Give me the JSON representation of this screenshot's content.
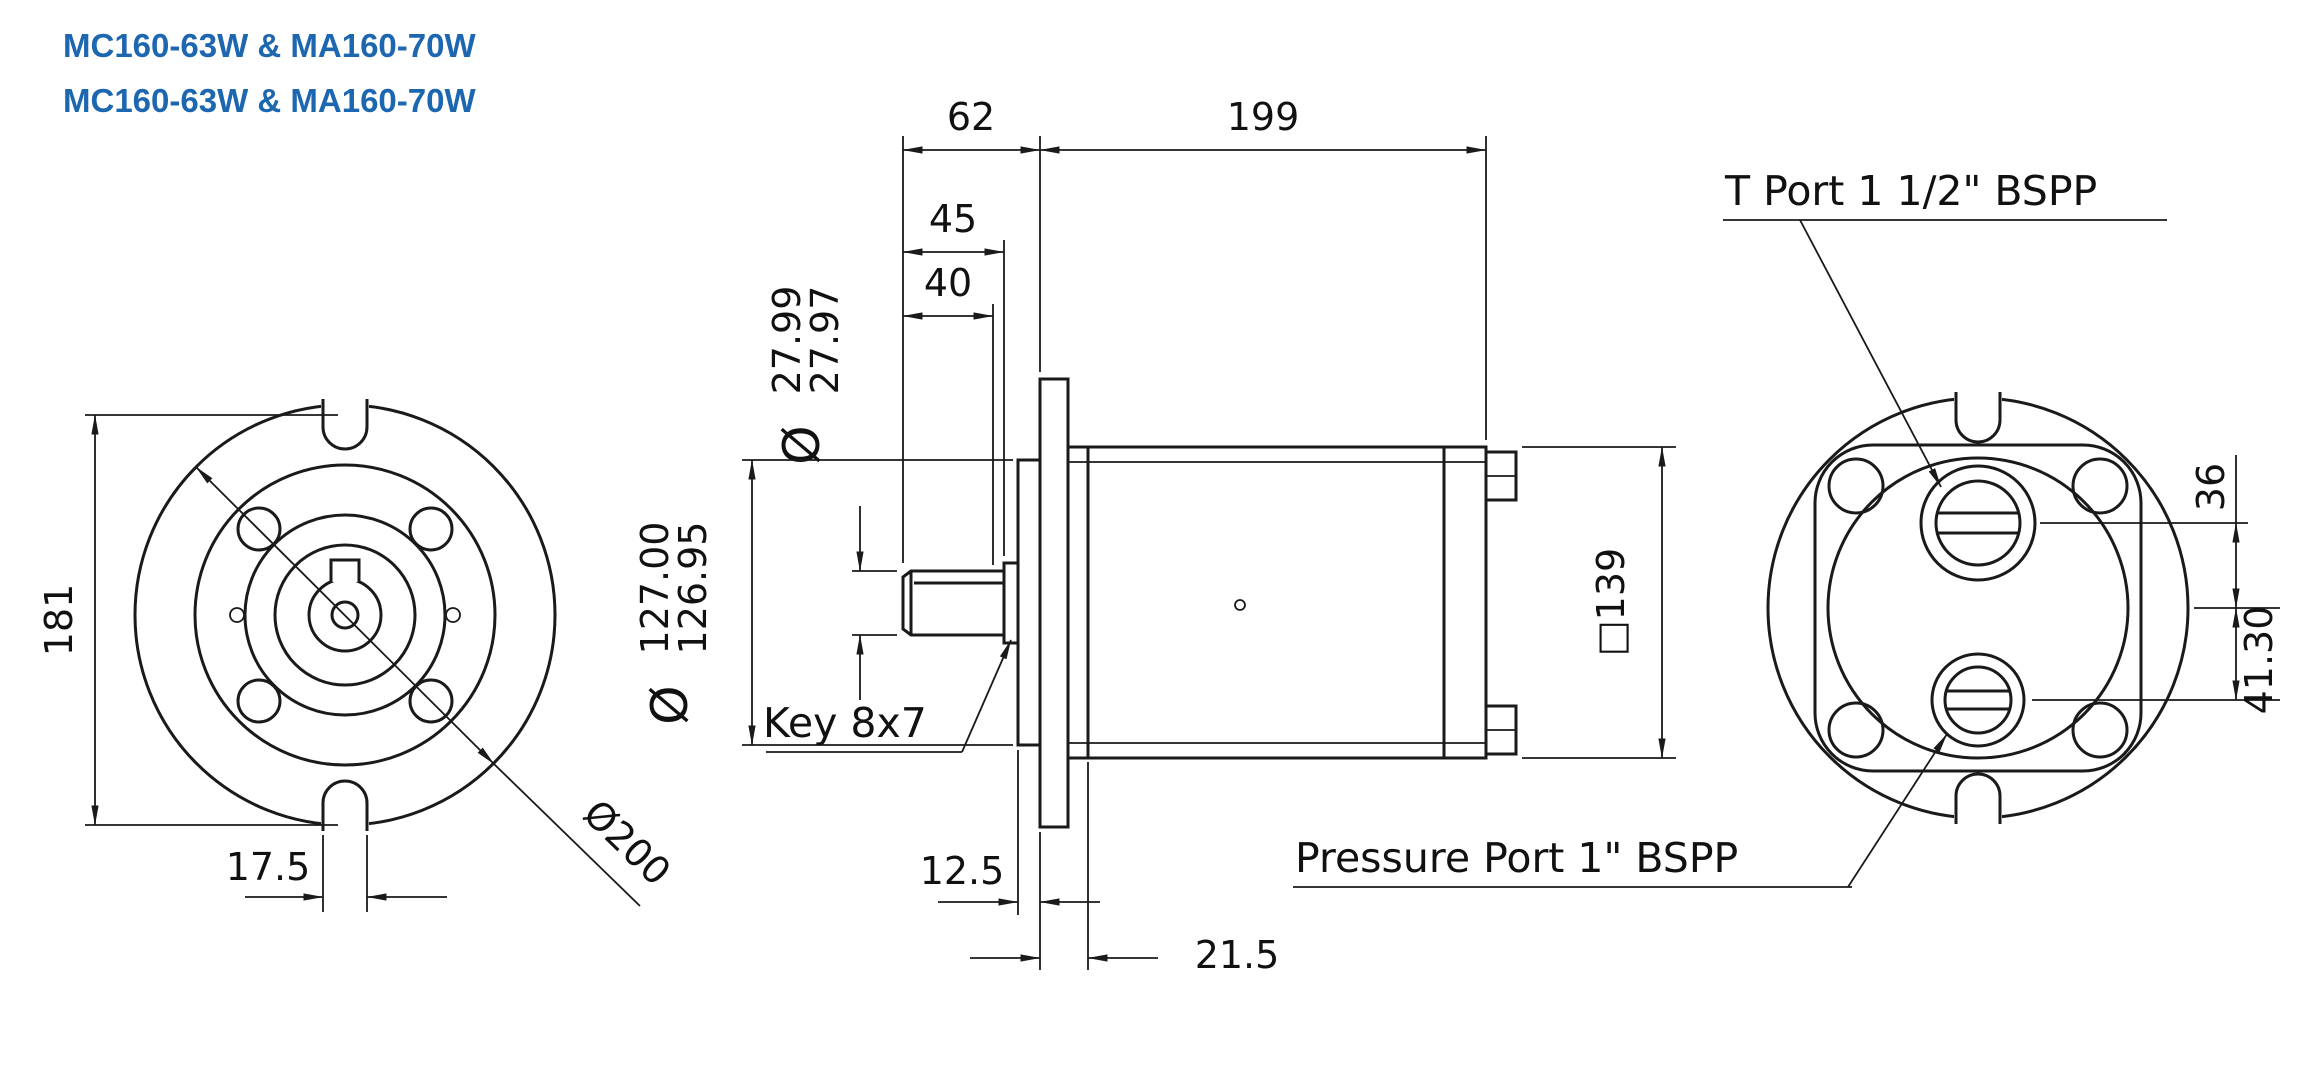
{
  "colors": {
    "title": "#1d66b0",
    "line": "#1a1a1a"
  },
  "header": {
    "title_line1": "MC160-63W & MA160-70W",
    "title_line2": "MC160-63W & MA160-70W"
  },
  "front_view": {
    "dim_height": "181",
    "dim_outer_dia": "Ø200",
    "dim_notch_width": "17.5"
  },
  "side_view": {
    "dim_shaft_to_flange": "62",
    "dim_body_length": "199",
    "dim_shaft_total": "45",
    "dim_key_length": "40",
    "dia_symbol": "Ø",
    "dim_shaft_dia_upper": "27.99",
    "dim_shaft_dia_lower": "27.97",
    "dim_pilot_dia_upper": "127.00",
    "dim_pilot_dia_lower": "126.95",
    "key_label": "Key 8x7",
    "dim_flange_thickness": "12.5",
    "dim_pilot_depth": "21.5",
    "dim_body_square": "□139"
  },
  "rear_view": {
    "t_port_label": "T Port 1 1/2\" BSPP",
    "pressure_port_label": "Pressure Port 1\" BSPP",
    "dim_t_port_offset": "36",
    "dim_pressure_port_offset": "41.30"
  }
}
